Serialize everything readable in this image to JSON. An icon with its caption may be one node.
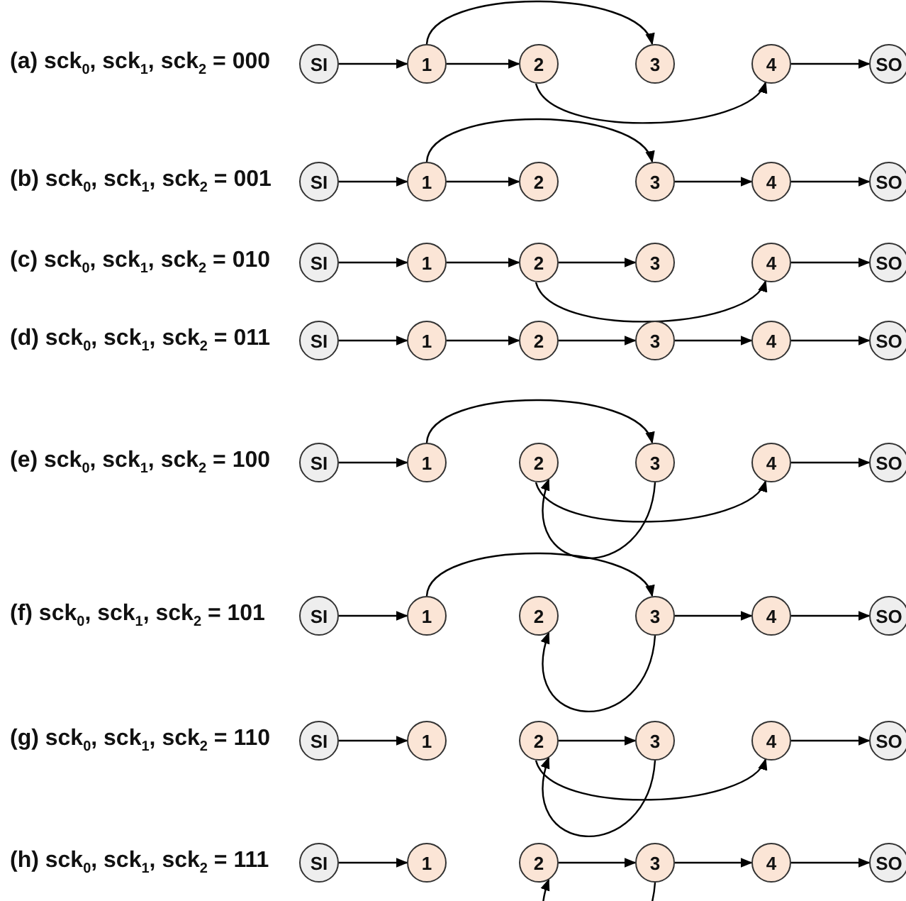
{
  "diagram": {
    "nodes": [
      {
        "text": [
          "SI"
        ]
      },
      {
        "text": [
          "1"
        ]
      },
      {
        "text": [
          "2"
        ]
      },
      {
        "text": [
          "3"
        ]
      },
      {
        "text": [
          "4"
        ]
      },
      {
        "text": [
          "SO"
        ]
      },
      {
        "text": [
          "SI"
        ]
      },
      {
        "text": [
          "1"
        ]
      },
      {
        "text": [
          "2"
        ]
      },
      {
        "text": [
          "3"
        ]
      },
      {
        "text": [
          "4"
        ]
      },
      {
        "text": [
          "SO"
        ]
      },
      {
        "text": [
          "SI"
        ]
      },
      {
        "text": [
          "1"
        ]
      },
      {
        "text": [
          "2"
        ]
      },
      {
        "text": [
          "3"
        ]
      },
      {
        "text": [
          "4"
        ]
      },
      {
        "text": [
          "SO"
        ]
      },
      {
        "text": [
          "SI"
        ]
      },
      {
        "text": [
          "1"
        ]
      },
      {
        "text": [
          "2"
        ]
      },
      {
        "text": [
          "3"
        ]
      },
      {
        "text": [
          "4"
        ]
      },
      {
        "text": [
          "SO"
        ]
      },
      {
        "text": [
          "SI"
        ]
      },
      {
        "text": [
          "1"
        ]
      },
      {
        "text": [
          "2"
        ]
      },
      {
        "text": [
          "3"
        ]
      },
      {
        "text": [
          "4"
        ]
      },
      {
        "text": [
          "SO"
        ]
      },
      {
        "text": [
          "SI"
        ]
      },
      {
        "text": [
          "1"
        ]
      },
      {
        "text": [
          "2"
        ]
      },
      {
        "text": [
          "3"
        ]
      },
      {
        "text": [
          "4"
        ]
      },
      {
        "text": [
          "SO"
        ]
      },
      {
        "text": [
          "SI"
        ]
      },
      {
        "text": [
          "1"
        ]
      },
      {
        "text": [
          "2"
        ]
      },
      {
        "text": [
          "3"
        ]
      },
      {
        "text": [
          "4"
        ]
      },
      {
        "text": [
          "SO"
        ]
      },
      {
        "text": [
          "SI"
        ]
      },
      {
        "text": [
          "1"
        ]
      },
      {
        "text": [
          "2"
        ]
      },
      {
        "text": [
          "3"
        ]
      },
      {
        "text": [
          "4"
        ]
      },
      {
        "text": [
          "SO"
        ]
      }
    ],
    "edges": [
      {
        "from": 0,
        "to": 1,
        "arrow": "to"
      },
      {
        "from": 1,
        "to": 2,
        "arrow": "to"
      },
      {
        "from": 1,
        "to": 3,
        "arrow": "to"
      },
      {
        "from": 2,
        "to": 4,
        "arrow": "to"
      },
      {
        "from": 4,
        "to": 5,
        "arrow": "to"
      },
      {
        "from": 6,
        "to": 7,
        "arrow": "to"
      },
      {
        "from": 7,
        "to": 8,
        "arrow": "to"
      },
      {
        "from": 7,
        "to": 9,
        "arrow": "to"
      },
      {
        "from": 9,
        "to": 10,
        "arrow": "to"
      },
      {
        "from": 10,
        "to": 11,
        "arrow": "to"
      },
      {
        "from": 12,
        "to": 13,
        "arrow": "to"
      },
      {
        "from": 13,
        "to": 14,
        "arrow": "to"
      },
      {
        "from": 14,
        "to": 15,
        "arrow": "to"
      },
      {
        "from": 14,
        "to": 16,
        "arrow": "to"
      },
      {
        "from": 16,
        "to": 17,
        "arrow": "to"
      },
      {
        "from": 18,
        "to": 19,
        "arrow": "to"
      },
      {
        "from": 19,
        "to": 20,
        "arrow": "to"
      },
      {
        "from": 20,
        "to": 21,
        "arrow": "to"
      },
      {
        "from": 21,
        "to": 22,
        "arrow": "to"
      },
      {
        "from": 22,
        "to": 23,
        "arrow": "to"
      },
      {
        "from": 24,
        "to": 25,
        "arrow": "to"
      },
      {
        "from": 25,
        "to": 27,
        "arrow": "to"
      },
      {
        "from": 27,
        "to": 26,
        "arrow": "to"
      },
      {
        "from": 26,
        "to": 28,
        "arrow": "to"
      },
      {
        "from": 28,
        "to": 29,
        "arrow": "to"
      },
      {
        "from": 30,
        "to": 31,
        "arrow": "to"
      },
      {
        "from": 31,
        "to": 33,
        "arrow": "to"
      },
      {
        "from": 33,
        "to": 32,
        "arrow": "to"
      },
      {
        "from": 33,
        "to": 34,
        "arrow": "to"
      },
      {
        "from": 34,
        "to": 35,
        "arrow": "to"
      },
      {
        "from": 36,
        "to": 37,
        "arrow": "to"
      },
      {
        "from": 38,
        "to": 39,
        "arrow": "to"
      },
      {
        "from": 39,
        "to": 38,
        "arrow": "to"
      },
      {
        "from": 38,
        "to": 40,
        "arrow": "to"
      },
      {
        "from": 40,
        "to": 41,
        "arrow": "to"
      },
      {
        "from": 42,
        "to": 43,
        "arrow": "to"
      },
      {
        "from": 44,
        "to": 45,
        "arrow": "to"
      },
      {
        "from": 45,
        "to": 46,
        "arrow": "to"
      },
      {
        "from": 46,
        "to": 47,
        "arrow": "to"
      },
      {
        "from": 45,
        "to": 44,
        "arrow": "to"
      }
    ],
    "labels": [
      "(a) sck$_{0}$, sck$_{1}$, sck$_{2}$ = 000",
      "(b) sck$_{0}$, sck$_{1}$, sck$_{2}$ = 001",
      "(c) sck$_{0}$, sck$_{1}$, sck$_{2}$ = 010",
      "(d) sck$_{0}$, sck$_{1}$, sck$_{2}$ = 011",
      "(e) sck$_{0}$, sck$_{1}$, sck$_{2}$ = 100",
      "(f) sck$_{0}$, sck$_{1}$, sck$_{2}$ = 101",
      "(g) sck$_{0}$, sck$_{1}$, sck$_{2}$ = 110",
      "(h) sck$_{0}$, sck$_{1}$, sck$_{2}$ = 111"
    ]
  }
}
